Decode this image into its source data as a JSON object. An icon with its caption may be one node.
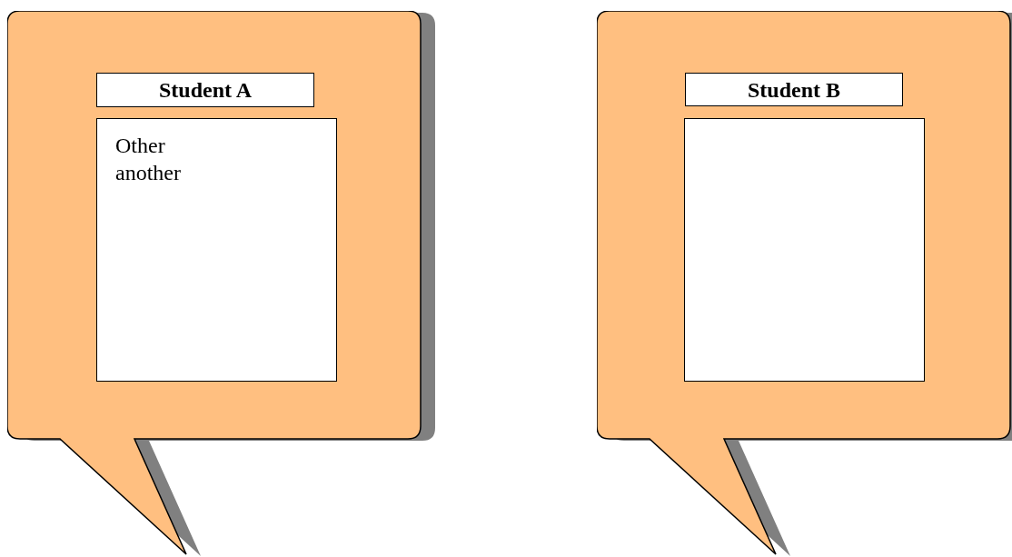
{
  "diagram": {
    "nodes": [
      {
        "text": [],
        "shape": "bubble"
      },
      {
        "text": [
          "Student A"
        ],
        "in": 0
      },
      {
        "text": [
          "Other another"
        ],
        "in": 0
      },
      {
        "text": [],
        "shape": "bubble"
      },
      {
        "text": [
          "Student B"
        ],
        "in": 3
      },
      {
        "text": [],
        "shape": "box",
        "in": 3
      }
    ]
  }
}
